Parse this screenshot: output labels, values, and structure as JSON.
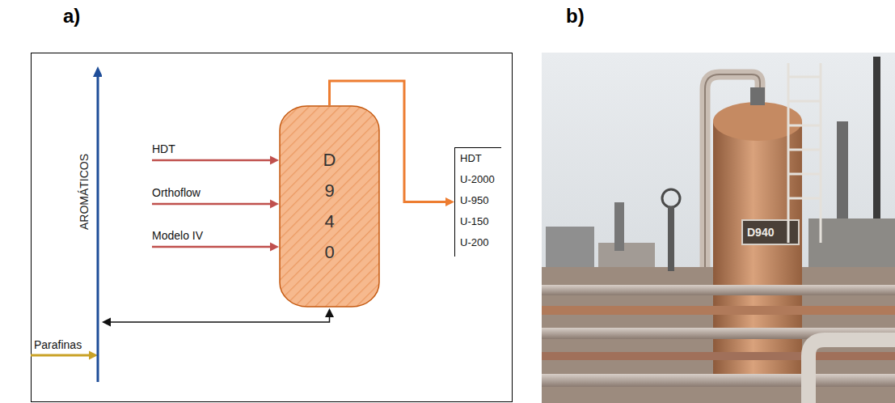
{
  "diagram": {
    "nodes": [
      {
        "text": [
          "AROMÁTICOS"
        ]
      },
      {
        "text": [
          "HDT"
        ]
      },
      {
        "text": [
          "Orthoflow"
        ]
      },
      {
        "text": [
          "Modelo IV"
        ]
      },
      {
        "text": [
          "D 9 4 0"
        ]
      },
      {
        "text": [
          "HDT",
          "U-2000",
          "U-950",
          "U-150",
          "U-200"
        ]
      },
      {
        "text": [
          "Parafinas"
        ]
      }
    ],
    "edges": [
      {
        "from": 1,
        "to": 4,
        "arrow": "to"
      },
      {
        "from": 2,
        "to": 4,
        "arrow": "to"
      },
      {
        "from": 3,
        "to": 4,
        "arrow": "to"
      },
      {
        "from": 4,
        "to": 5,
        "arrow": "to"
      },
      {
        "from": 4,
        "to": 0,
        "arrow": "both"
      },
      {
        "from": 6,
        "to": 0,
        "arrow": "to"
      }
    ],
    "labels": [
      "a)",
      "b)",
      "D940"
    ]
  }
}
